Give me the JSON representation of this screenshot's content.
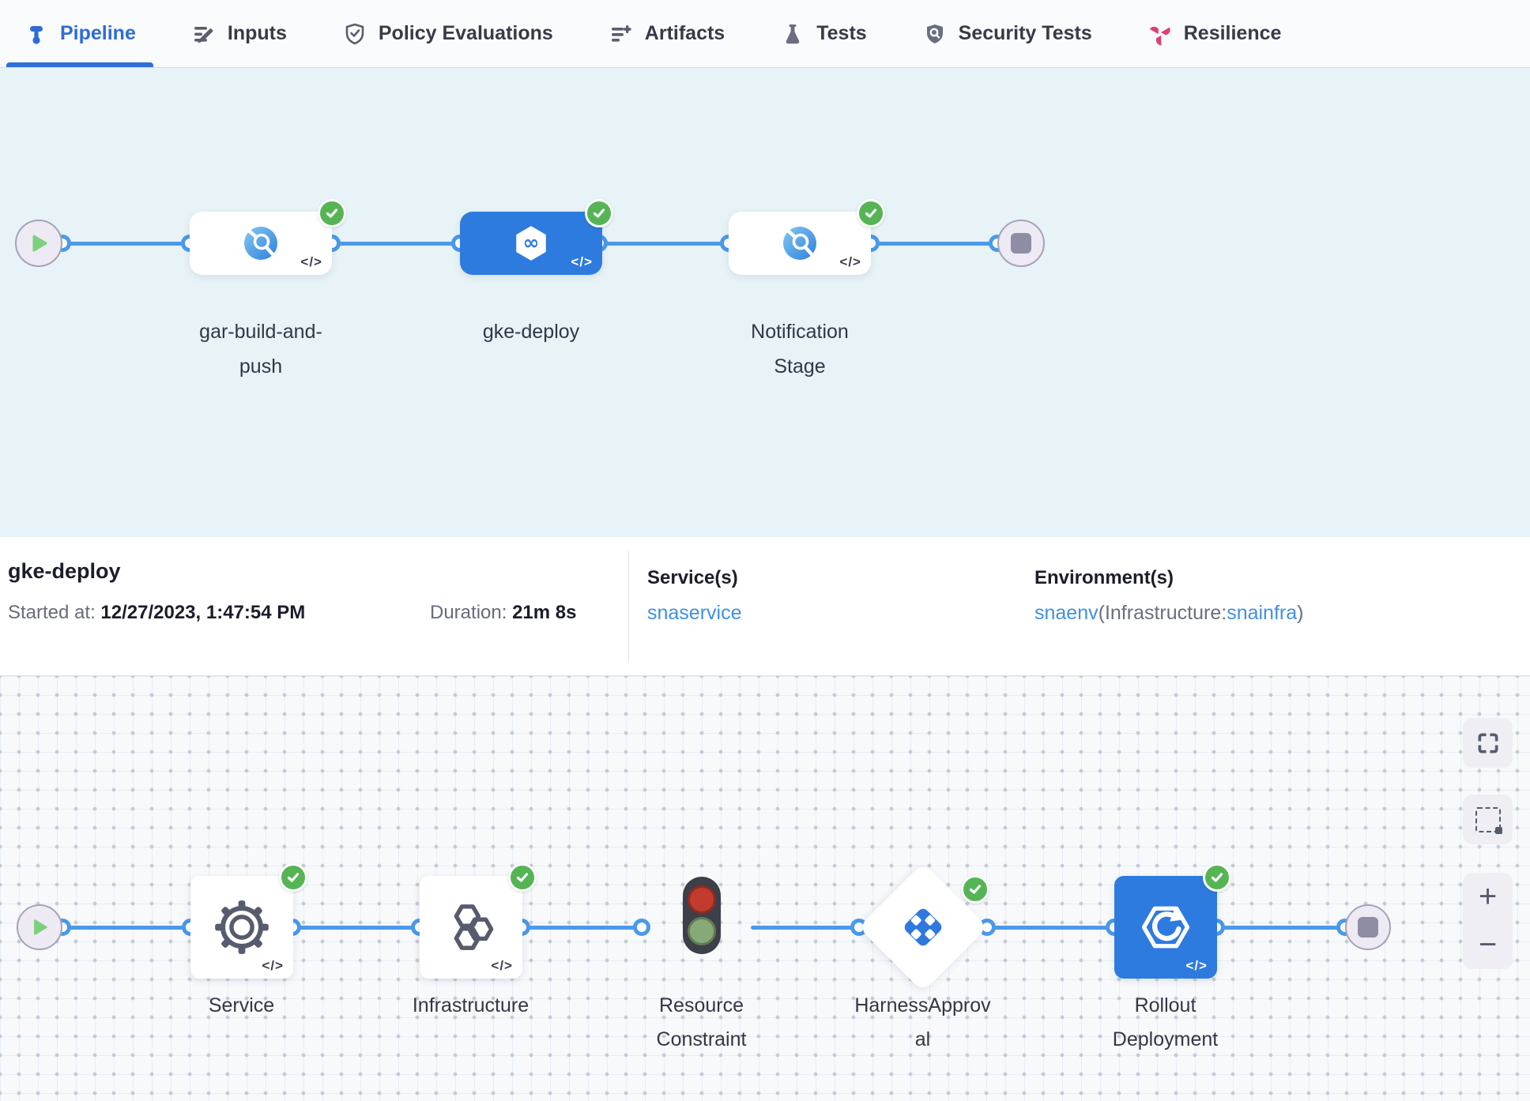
{
  "tabs": [
    {
      "label": "Pipeline",
      "active": true
    },
    {
      "label": "Inputs",
      "active": false
    },
    {
      "label": "Policy Evaluations",
      "active": false
    },
    {
      "label": "Artifacts",
      "active": false
    },
    {
      "label": "Tests",
      "active": false
    },
    {
      "label": "Security Tests",
      "active": false
    },
    {
      "label": "Resilience",
      "active": false
    }
  ],
  "pipeline_graph": {
    "code_glyph": "</>",
    "stages": [
      {
        "name": "gar-build-and-push",
        "type": "build",
        "status": "success",
        "selected": false
      },
      {
        "name": "gke-deploy",
        "type": "deploy",
        "status": "success",
        "selected": true
      },
      {
        "name": "Notification Stage",
        "type": "custom",
        "status": "success",
        "selected": false
      }
    ]
  },
  "stage_details": {
    "title": "gke-deploy",
    "started_label": "Started at:",
    "started_value": "12/27/2023, 1:47:54 PM",
    "duration_label": "Duration:",
    "duration_value": "21m 8s",
    "services_label": "Service(s)",
    "service_name": "snaservice",
    "environments_label": "Environment(s)",
    "environment_name": "snaenv",
    "environment_infra_prefix": "(Infrastructure:",
    "environment_infra_name": "snainfra",
    "environment_suffix": ")"
  },
  "execution_graph": {
    "steps": [
      {
        "name": "Service",
        "type": "service",
        "status": "success"
      },
      {
        "name": "Infrastructure",
        "type": "infrastructure",
        "status": "success"
      },
      {
        "name": "Resource Constraint",
        "type": "resource-constraint",
        "status": "passed-through"
      },
      {
        "name": "HarnessApproval",
        "type": "approval",
        "status": "success"
      },
      {
        "name": "Rollout Deployment",
        "type": "rollout",
        "status": "success"
      }
    ]
  },
  "canvas_controls": {
    "zoom_in": "+",
    "zoom_out": "−"
  },
  "colors": {
    "accent_blue": "#2d7bdf",
    "edge_blue": "#4b99e9",
    "link_blue": "#4190e0",
    "success_green": "#55b555",
    "canvas_top_bg": "#e7f3f7",
    "canvas_bottom_bg": "#f8f9fb",
    "resilience_pink": "#de4076"
  }
}
